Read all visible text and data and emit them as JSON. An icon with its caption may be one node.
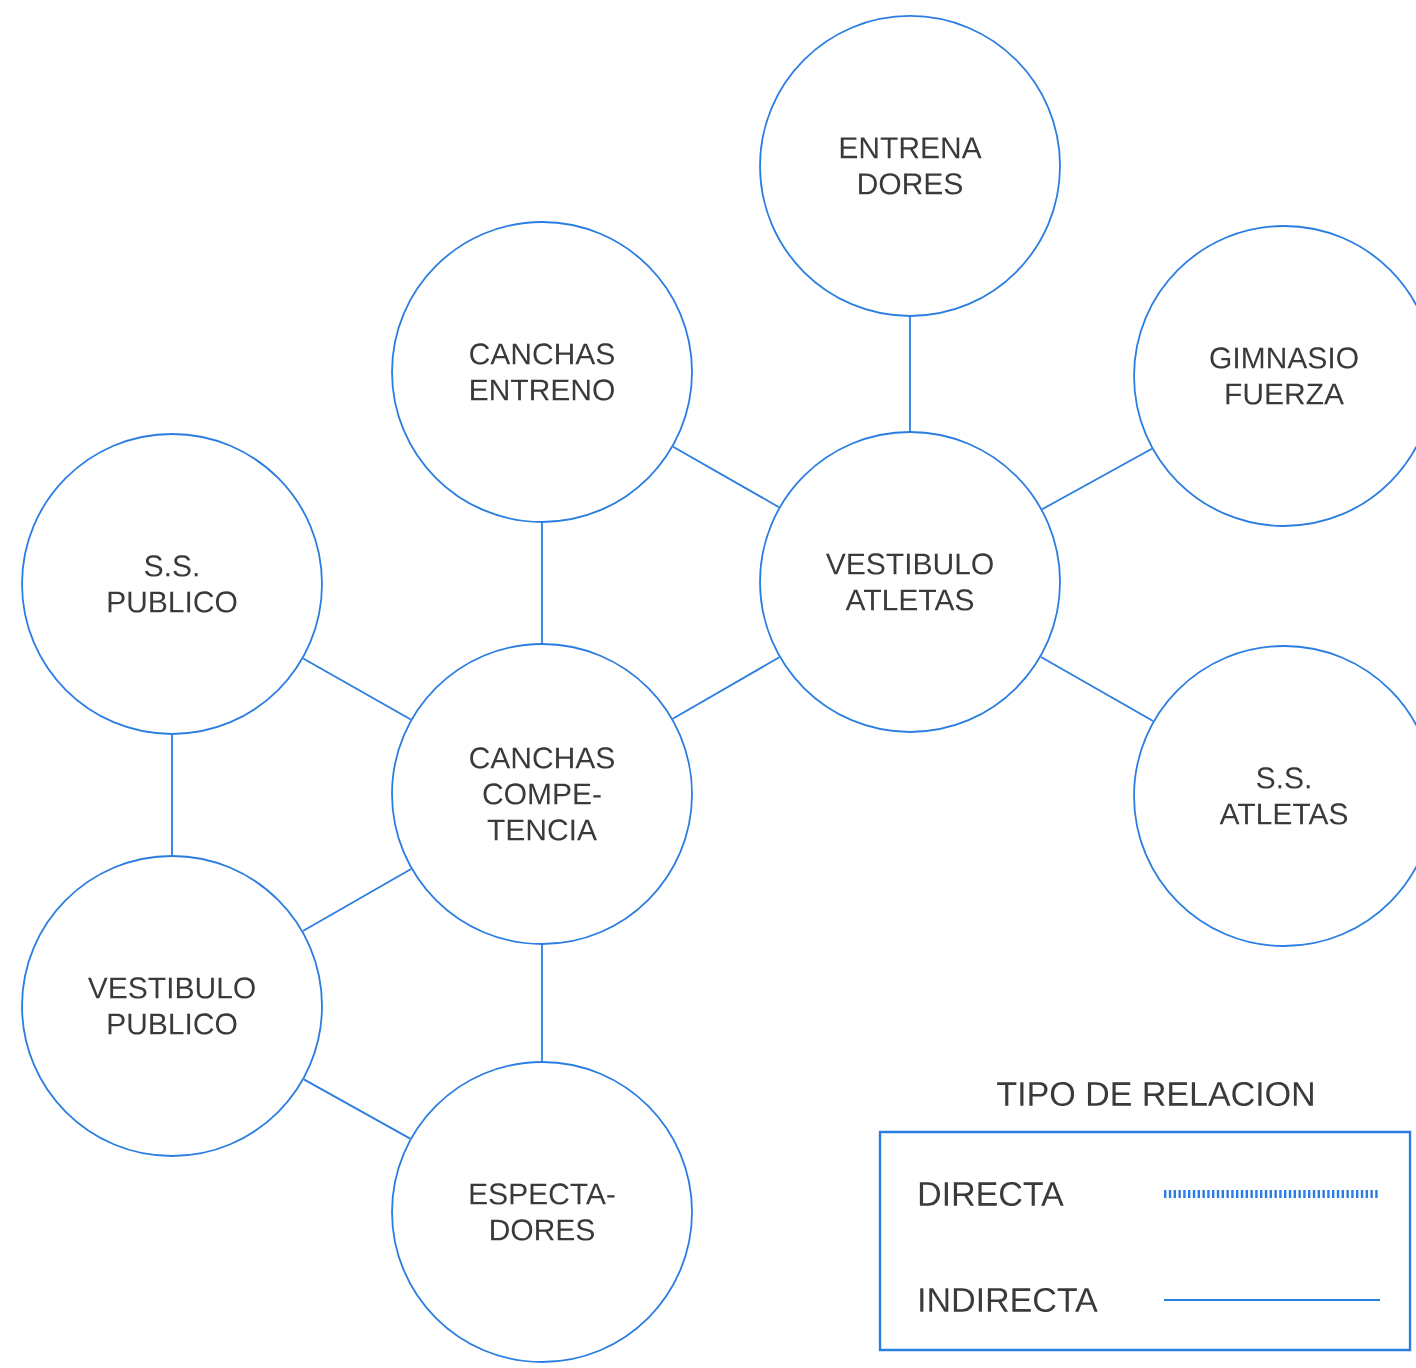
{
  "diagram": {
    "nodes": [
      {
        "text": [
          "ENTRENA DORES"
        ]
      },
      {
        "text": [
          "CANCHAS ENTRENO"
        ]
      },
      {
        "text": [
          "GIMNASIO FUERZA"
        ]
      },
      {
        "text": [
          "S.S. PUBLICO"
        ]
      },
      {
        "text": [
          "VESTIBULO ATLETAS"
        ]
      },
      {
        "text": [
          "CANCHAS COMPE- TENCIA"
        ]
      },
      {
        "text": [
          "S.S. ATLETAS"
        ]
      },
      {
        "text": [
          "VESTIBULO PUBLICO"
        ]
      },
      {
        "text": [
          "ESPECTA- DORES"
        ]
      }
    ],
    "edges": [
      {
        "from": 0,
        "to": 4,
        "arrow": "none"
      },
      {
        "from": 1,
        "to": 4,
        "arrow": "none"
      },
      {
        "from": 2,
        "to": 4,
        "arrow": "none"
      },
      {
        "from": 1,
        "to": 5,
        "arrow": "none"
      },
      {
        "from": 3,
        "to": 5,
        "arrow": "none"
      },
      {
        "from": 4,
        "to": 5,
        "arrow": "none"
      },
      {
        "from": 4,
        "to": 6,
        "arrow": "none"
      },
      {
        "from": 3,
        "to": 7,
        "arrow": "none"
      },
      {
        "from": 5,
        "to": 7,
        "arrow": "none"
      },
      {
        "from": 5,
        "to": 8,
        "arrow": "none"
      },
      {
        "from": 7,
        "to": 8,
        "arrow": "none"
      }
    ],
    "labels": [
      "TIPO DE RELACION"
    ],
    "legend": [
      {
        "text": "DIRECTA"
      },
      {
        "text": "INDIRECTA"
      }
    ]
  }
}
